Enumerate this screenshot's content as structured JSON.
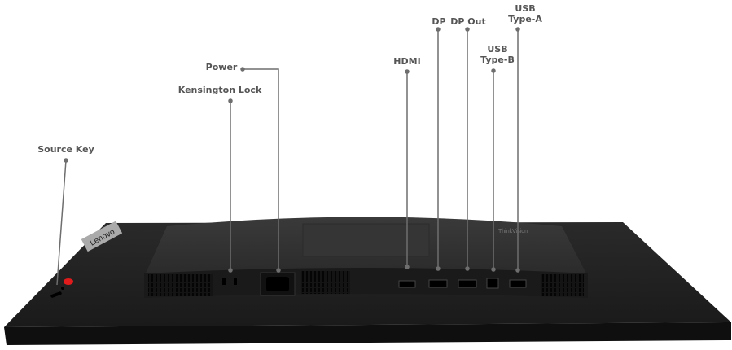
{
  "brand_logo": "Lenovo",
  "product_badge": "ThinkVision",
  "callouts": [
    {
      "id": "source-key",
      "label": "Source Key"
    },
    {
      "id": "kensington-lock",
      "label": "Kensington Lock"
    },
    {
      "id": "power",
      "label": "Power"
    },
    {
      "id": "hdmi",
      "label": "HDMI"
    },
    {
      "id": "dp",
      "label": "DP"
    },
    {
      "id": "dp-out",
      "label": "DP Out"
    },
    {
      "id": "usb-type-b",
      "label_line1": "USB",
      "label_line2": "Type-B"
    },
    {
      "id": "usb-type-a",
      "label_line1": "USB",
      "label_line2": "Type-A"
    }
  ],
  "colors": {
    "label": "#555555",
    "leader": "#6e6e6e",
    "body": "#1c1c1c",
    "accent_button": "#e01b1b"
  }
}
